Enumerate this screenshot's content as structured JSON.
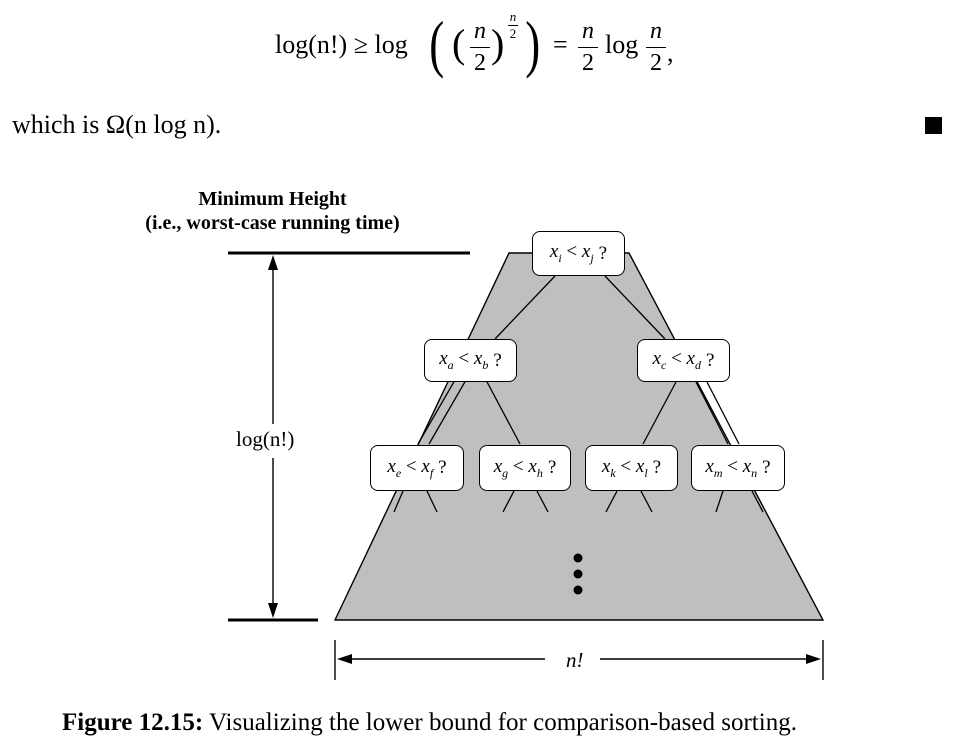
{
  "equation": {
    "lhs": "log(n!) ≥ log",
    "inner_num": "n",
    "inner_den": "2",
    "exp_num": "n",
    "exp_den": "2",
    "eq_sign": "=",
    "rhs_num": "n",
    "rhs_den": "2",
    "rhs_log": "log",
    "rhs2_num": "n",
    "rhs2_den": "2",
    "comma": ","
  },
  "statement": "which is Ω(n log n).",
  "figure": {
    "heading_line1": "Minimum Height",
    "heading_line2": "(i.e., worst-case running time)",
    "height_label": "log(n!)",
    "width_label": "n!",
    "nodes": {
      "root": {
        "var": "x",
        "a": "i",
        "b": "j"
      },
      "l1_left": {
        "var": "x",
        "a": "a",
        "b": "b"
      },
      "l1_right": {
        "var": "x",
        "a": "c",
        "b": "d"
      },
      "l2_1": {
        "var": "x",
        "a": "e",
        "b": "f"
      },
      "l2_2": {
        "var": "x",
        "a": "g",
        "b": "h"
      },
      "l2_3": {
        "var": "x",
        "a": "k",
        "b": "l"
      },
      "l2_4": {
        "var": "x",
        "a": "m",
        "b": "n"
      }
    },
    "node_op": "<",
    "node_q": "?",
    "colors": {
      "tree_fill": "#bfbfbf",
      "stroke": "#000000"
    }
  },
  "caption": {
    "label": "Figure 12.15:",
    "text": " Visualizing the lower bound for comparison-based sorting."
  }
}
